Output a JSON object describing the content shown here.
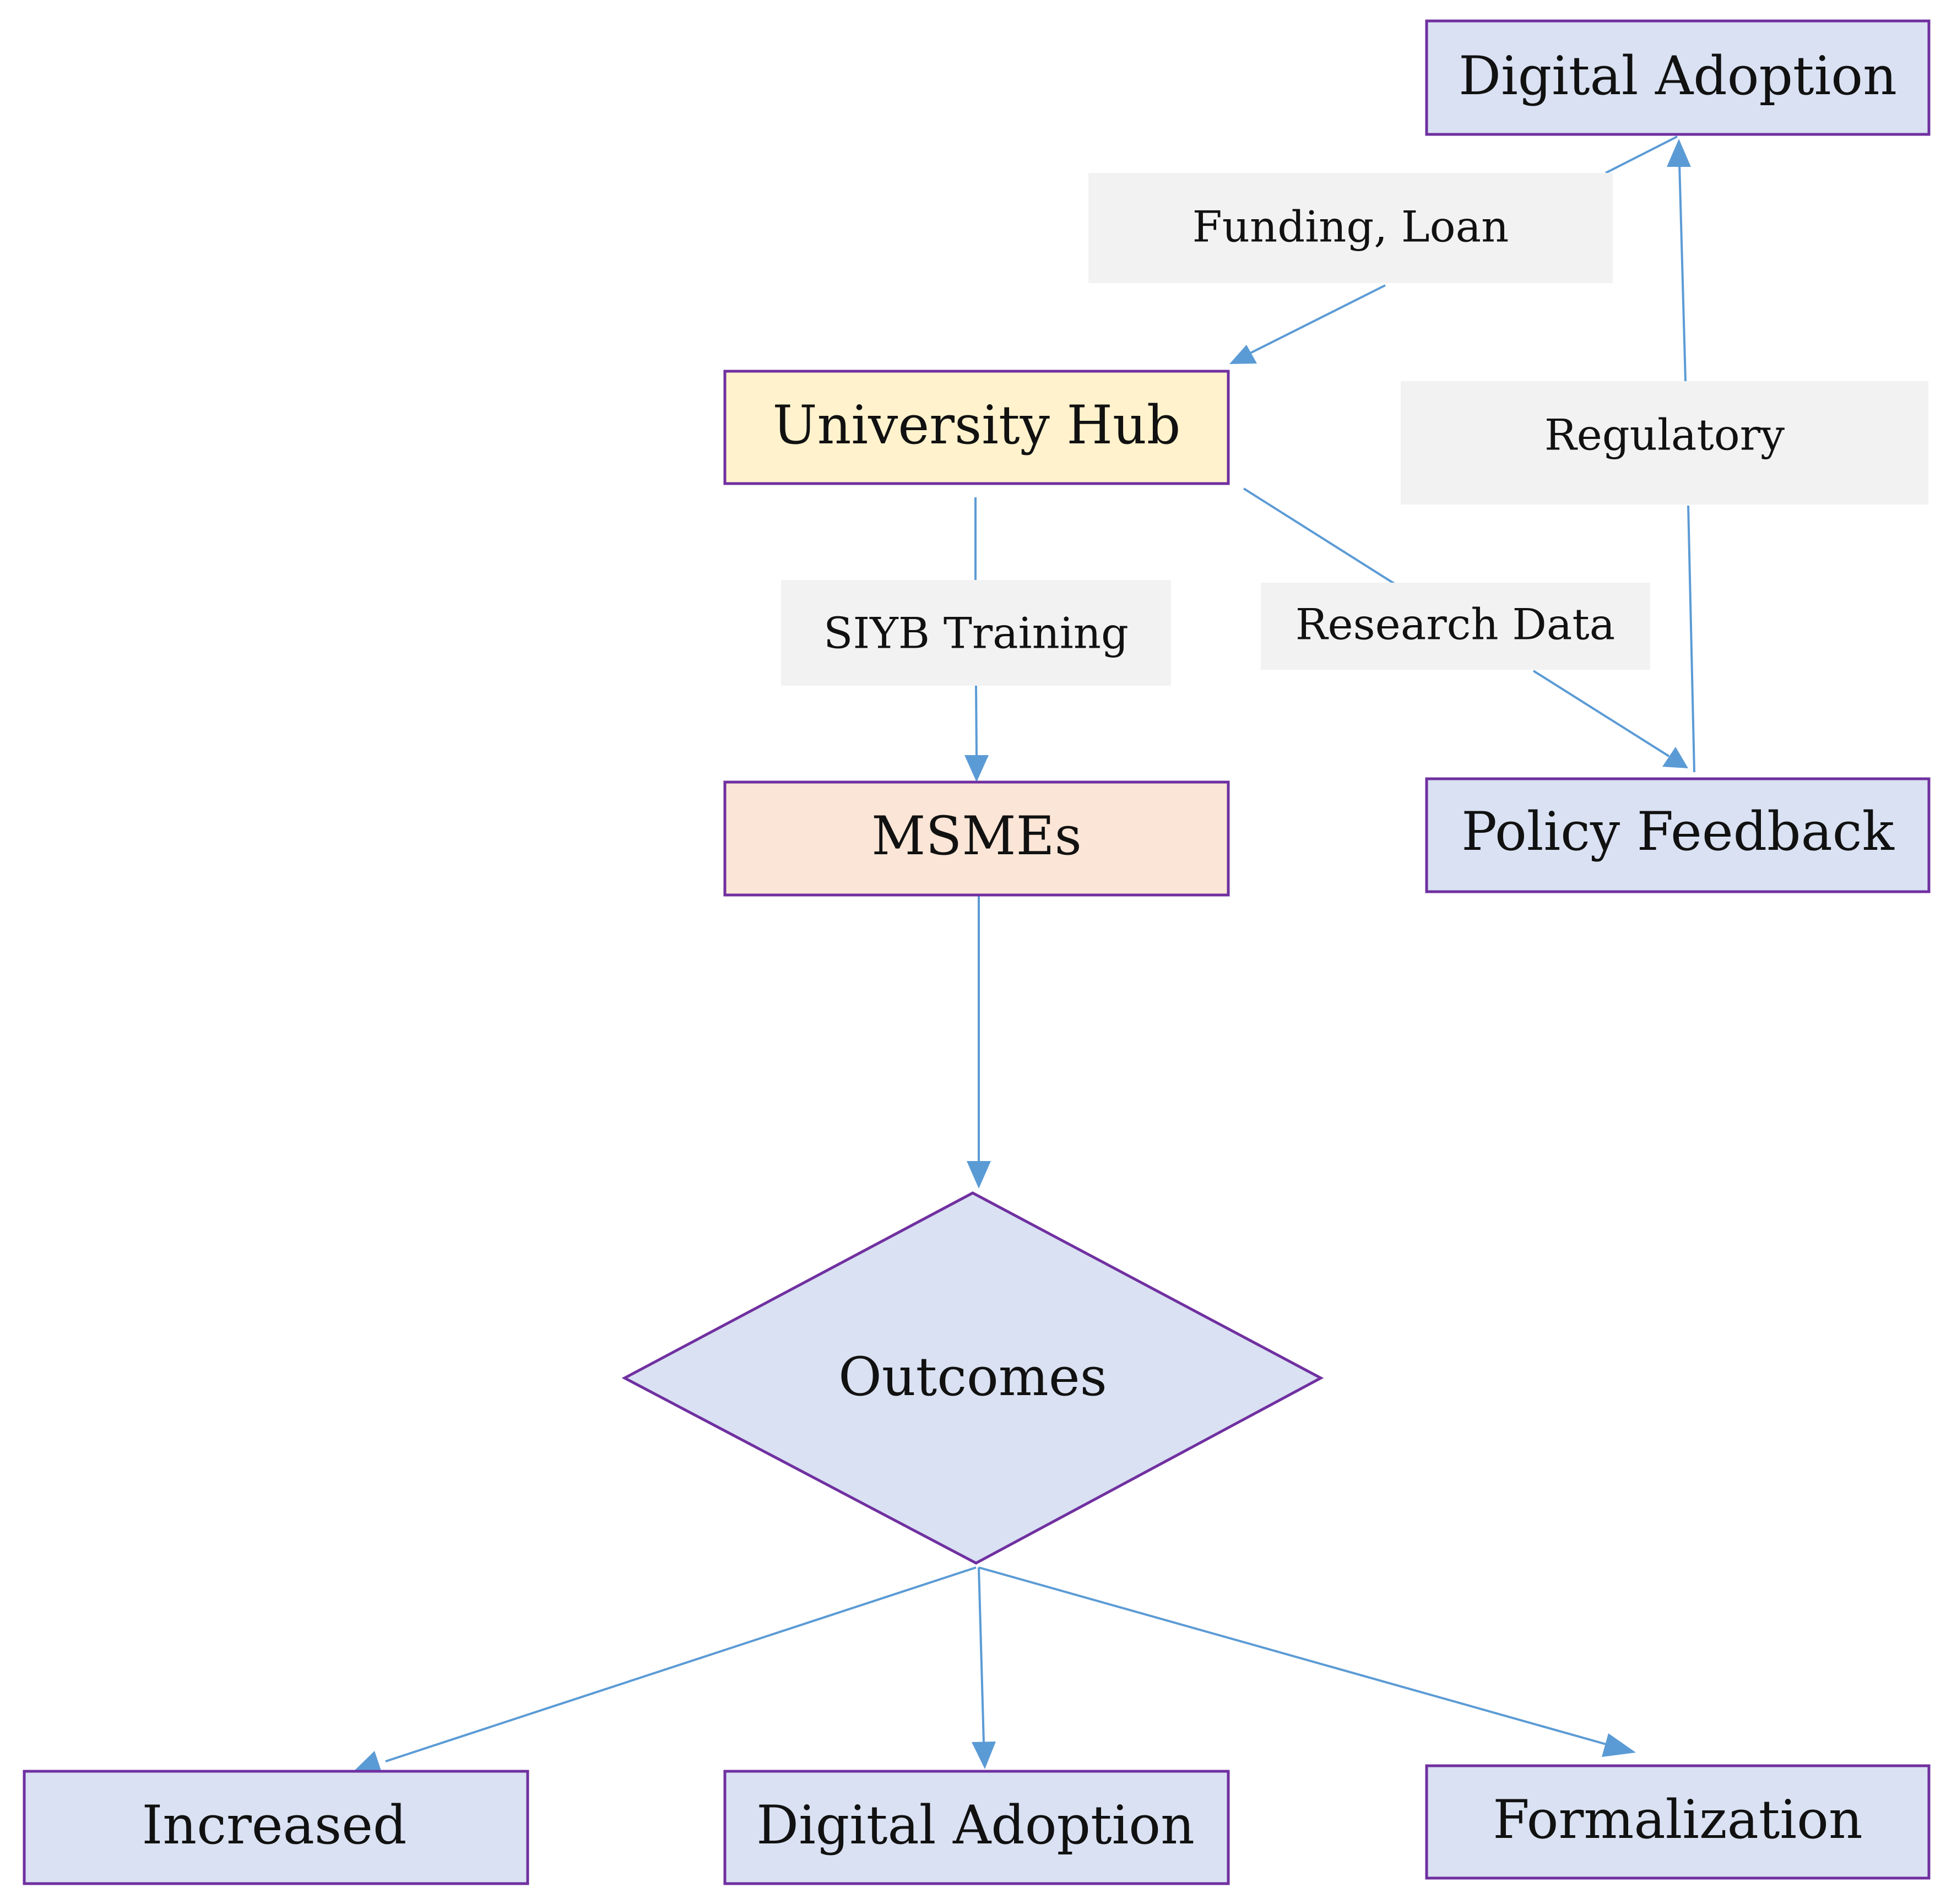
{
  "colors": {
    "node_border": "#7030a0",
    "blue_fill": "#d9e1f2",
    "yellow_fill": "#fff2cc",
    "peach_fill": "#fbe5d6",
    "label_fill": "#f2f2f2",
    "edge": "#5b9bd5"
  },
  "nodes": {
    "digital_adoption_top": "Digital Adoption",
    "university_hub": "University Hub",
    "msmes": "MSMEs",
    "policy_feedback": "Policy Feedback",
    "outcomes": "Outcomes",
    "increased": "Increased",
    "digital_adoption_bottom": "Digital Adoption",
    "formalization": "Formalization"
  },
  "edge_labels": {
    "funding_loan": "Funding, Loan",
    "regulatory": "Regulatory",
    "siyb_training": "SIYB Training",
    "research_data": "Research Data"
  },
  "edges": [
    {
      "from": "digital_adoption_top",
      "to": "university_hub",
      "label": "funding_loan"
    },
    {
      "from": "policy_feedback",
      "to": "digital_adoption_top",
      "label": "regulatory"
    },
    {
      "from": "university_hub",
      "to": "msmes",
      "label": "siyb_training"
    },
    {
      "from": "university_hub",
      "to": "policy_feedback",
      "label": "research_data"
    },
    {
      "from": "msmes",
      "to": "outcomes"
    },
    {
      "from": "outcomes",
      "to": "increased"
    },
    {
      "from": "outcomes",
      "to": "digital_adoption_bottom"
    },
    {
      "from": "outcomes",
      "to": "formalization"
    }
  ]
}
